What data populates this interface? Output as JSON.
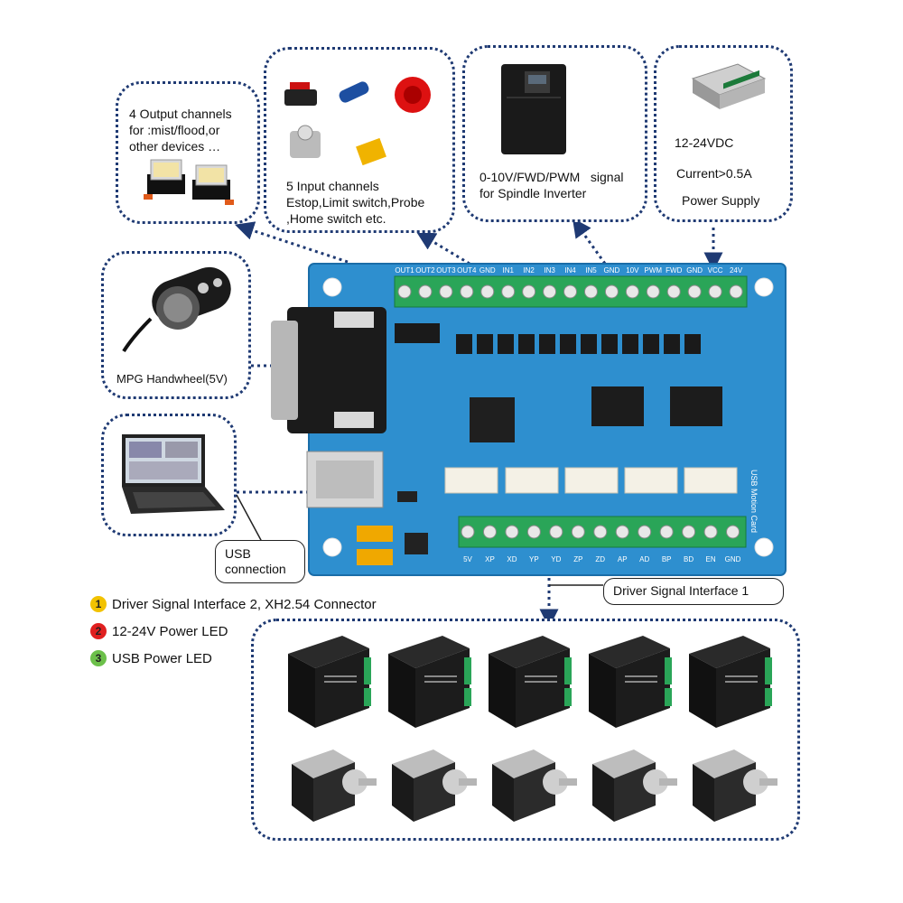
{
  "boxes": {
    "output": {
      "line1": "4 Output channels",
      "line2": "for :mist/flood,or",
      "line3": "other devices …"
    },
    "input": {
      "line1": "5 Input channels",
      "line2": "Estop,Limit switch,Probe",
      "line3": ",Home switch etc."
    },
    "inverter": {
      "line1": "0-10V/FWD/PWM   signal",
      "line2": "for Spindle Inverter"
    },
    "power": {
      "line1": "12-24VDC",
      "line2": "Current>0.5A",
      "line3": "Power Supply"
    },
    "mpg": {
      "label": "MPG Handwheel(5V)"
    }
  },
  "callouts": {
    "usb": {
      "line1": "USB",
      "line2": "connection"
    },
    "driver1": {
      "label": "Driver Signal Interface 1"
    }
  },
  "legend": [
    {
      "num": "1",
      "color": "#f2c200",
      "label": "Driver Signal Interface 2, XH2.54 Connector"
    },
    {
      "num": "2",
      "color": "#e02020",
      "label": "12-24V Power LED"
    },
    {
      "num": "3",
      "color": "#6cc04a",
      "label": "USB Power LED"
    }
  ],
  "board": {
    "top_pins": [
      "OUT1",
      "OUT2",
      "OUT3",
      "OUT4",
      "GND",
      "IN1",
      "IN2",
      "IN3",
      "IN4",
      "IN5",
      "GND",
      "10V",
      "PWM",
      "FWD",
      "GND",
      "VCC",
      "24V"
    ],
    "bottom_pins": [
      "5V",
      "XP",
      "XD",
      "YP",
      "YD",
      "ZP",
      "ZD",
      "AP",
      "AD",
      "BP",
      "BD",
      "EN",
      "GND"
    ],
    "silk": "USB Motion Card"
  },
  "colors": {
    "accent": "#1f3a73",
    "board": "#2e8fcf",
    "terminal": "#2aa558"
  }
}
